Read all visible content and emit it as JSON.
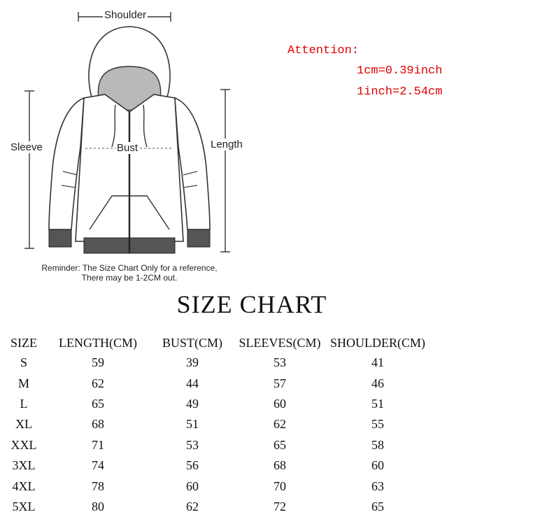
{
  "diagram": {
    "labels": {
      "shoulder": "Shoulder",
      "sleeve": "Sleeve",
      "bust": "Bust",
      "length": "Length"
    },
    "reminder_line1": "Reminder: The Size Chart Only for a reference,",
    "reminder_line2": "There may be 1-2CM out."
  },
  "attention": {
    "heading": "Attention:",
    "line1": "1cm=0.39inch",
    "line2": "1inch=2.54cm",
    "color": "#e00000"
  },
  "title": "SIZE CHART",
  "table": {
    "headers": [
      "SIZE",
      "LENGTH(CM)",
      "BUST(CM)",
      "SLEEVES(CM)",
      "SHOULDER(CM)"
    ],
    "rows": [
      [
        "S",
        "59",
        "39",
        "53",
        "41"
      ],
      [
        "M",
        "62",
        "44",
        "57",
        "46"
      ],
      [
        "L",
        "65",
        "49",
        "60",
        "51"
      ],
      [
        "XL",
        "68",
        "51",
        "62",
        "55"
      ],
      [
        "XXL",
        "71",
        "53",
        "65",
        "58"
      ],
      [
        "3XL",
        "74",
        "56",
        "68",
        "60"
      ],
      [
        "4XL",
        "78",
        "60",
        "70",
        "63"
      ],
      [
        "5XL",
        "80",
        "62",
        "72",
        "65"
      ]
    ]
  }
}
